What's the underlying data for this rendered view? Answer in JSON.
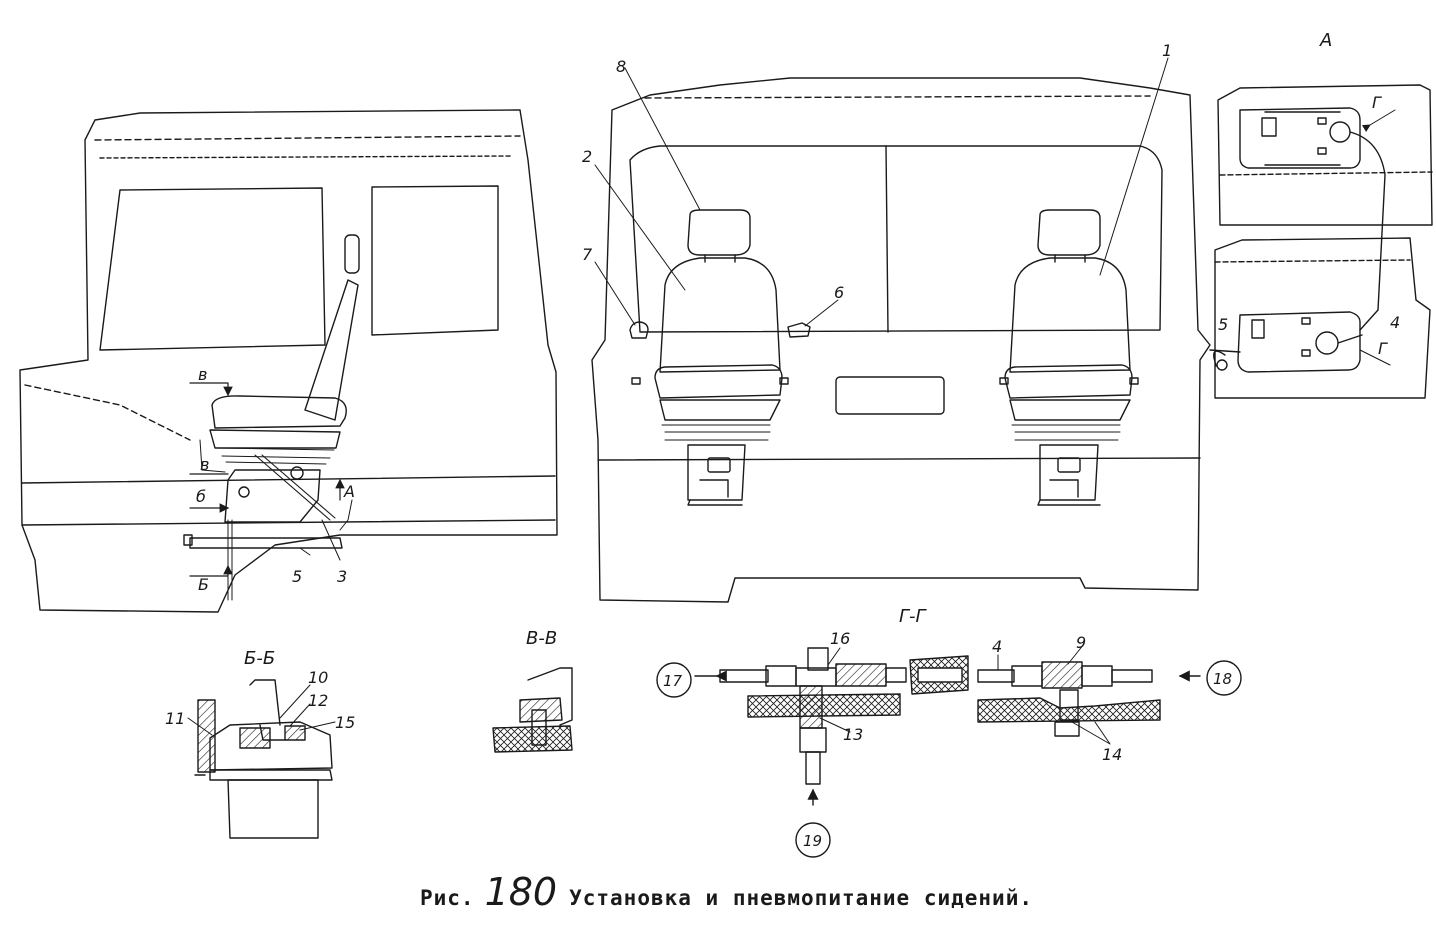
{
  "figure": {
    "prefix": "Рис.",
    "number": "180",
    "title": "Установка и пневмопитание сидений."
  },
  "section_labels": {
    "view_a": "А",
    "section_b": "Б-Б",
    "section_v": "В-В",
    "section_g": "Г-Г"
  },
  "cut_marks": {
    "v1": "в",
    "v2": "в",
    "b1": "б",
    "b2": "Б",
    "a": "А",
    "g1": "Г",
    "g2": "Г"
  },
  "callouts": {
    "c1": "1",
    "c2": "2",
    "c3": "3",
    "c4": "4",
    "c4b": "4",
    "c5": "5",
    "c5b": "5",
    "c6": "6",
    "c7": "7",
    "c8": "8",
    "c9": "9",
    "c10": "10",
    "c11": "11",
    "c12": "12",
    "c13": "13",
    "c14": "14",
    "c15": "15",
    "c16": "16"
  },
  "circled_callouts": {
    "c17": "17",
    "c18": "18",
    "c19": "19"
  }
}
